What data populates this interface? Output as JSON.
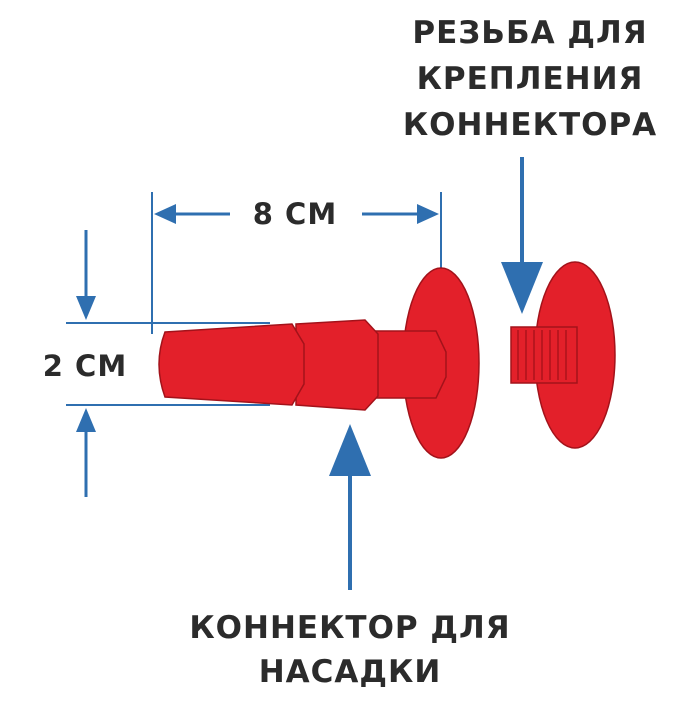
{
  "labels": {
    "thread_line1": "РЕЗЬБА ДЛЯ",
    "thread_line2": "КРЕПЛЕНИЯ",
    "thread_line3": "КОННЕКТОРА",
    "connector_line1": "КОННЕКТОР ДЛЯ",
    "connector_line2": "НАСАДКИ",
    "length": "8 СМ",
    "diameter": "2 СМ"
  },
  "colors": {
    "part_red": "#e3202a",
    "part_outline": "#a3121a",
    "arrow_blue": "#2f6fb0",
    "dimension_blue": "#2f6fb0",
    "text_dark": "#2b2b2b"
  }
}
